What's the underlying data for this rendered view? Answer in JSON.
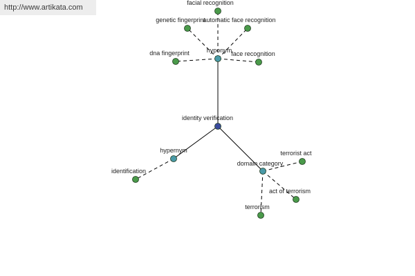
{
  "watermark": {
    "text": "http://www.artikata.com"
  },
  "colors": {
    "center": "#3a4a9c",
    "relation": "#4a9aa8",
    "term": "#4a9a4a"
  },
  "graph": {
    "nodes": [
      {
        "id": "identity-verification",
        "label": "identity verification",
        "kind": "center"
      },
      {
        "id": "hyponym",
        "label": "hyponym",
        "kind": "relation"
      },
      {
        "id": "hypernym",
        "label": "hypernym",
        "kind": "relation"
      },
      {
        "id": "domain-category",
        "label": "domain category",
        "kind": "relation"
      },
      {
        "id": "facial-recognition",
        "label": "facial recognition",
        "kind": "term"
      },
      {
        "id": "genetic-fingerprint",
        "label": "genetic fingerprint",
        "kind": "term"
      },
      {
        "id": "automatic-face-recognition",
        "label": "automatic face recognition",
        "kind": "term"
      },
      {
        "id": "dna-fingerprint",
        "label": "dna fingerprint",
        "kind": "term"
      },
      {
        "id": "face-recognition",
        "label": "face recognition",
        "kind": "term"
      },
      {
        "id": "identification",
        "label": "identification",
        "kind": "term"
      },
      {
        "id": "terrorist-act",
        "label": "terrorist act",
        "kind": "term"
      },
      {
        "id": "act-of-terrorism",
        "label": "act of terrorism",
        "kind": "term"
      },
      {
        "id": "terrorism",
        "label": "terrorism",
        "kind": "term"
      }
    ],
    "edges": [
      {
        "from": "identity-verification",
        "to": "hyponym",
        "style": "solid"
      },
      {
        "from": "identity-verification",
        "to": "hypernym",
        "style": "solid"
      },
      {
        "from": "identity-verification",
        "to": "domain-category",
        "style": "solid"
      },
      {
        "from": "hyponym",
        "to": "facial-recognition",
        "style": "dashed"
      },
      {
        "from": "hyponym",
        "to": "genetic-fingerprint",
        "style": "dashed"
      },
      {
        "from": "hyponym",
        "to": "automatic-face-recognition",
        "style": "dashed"
      },
      {
        "from": "hyponym",
        "to": "dna-fingerprint",
        "style": "dashed"
      },
      {
        "from": "hyponym",
        "to": "face-recognition",
        "style": "dashed"
      },
      {
        "from": "hypernym",
        "to": "identification",
        "style": "dashed"
      },
      {
        "from": "domain-category",
        "to": "terrorist-act",
        "style": "dashed"
      },
      {
        "from": "domain-category",
        "to": "act-of-terrorism",
        "style": "dashed"
      },
      {
        "from": "domain-category",
        "to": "terrorism",
        "style": "dashed"
      }
    ]
  }
}
